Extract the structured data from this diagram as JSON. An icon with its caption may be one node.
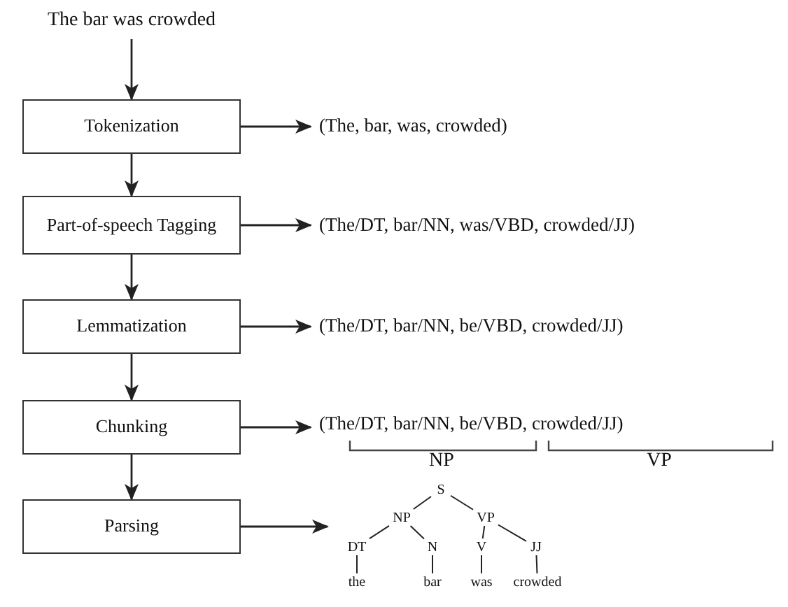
{
  "diagram": {
    "nodes": [
      {
        "text": [
          "The bar was crowded"
        ]
      },
      {
        "text": [
          "Tokenization"
        ]
      },
      {
        "text": [
          "(The, bar, was, crowded)"
        ]
      },
      {
        "text": [
          "Part-of-speech Tagging"
        ]
      },
      {
        "text": [
          "(The/DT, bar/NN, was/VBD, crowded/JJ)"
        ]
      },
      {
        "text": [
          "Lemmatization"
        ]
      },
      {
        "text": [
          "(The/DT, bar/NN, be/VBD, crowded/JJ)"
        ]
      },
      {
        "text": [
          "Chunking"
        ]
      },
      {
        "text": [
          "(The/DT, bar/NN, be/VBD, crowded/JJ)"
        ]
      },
      {
        "text": [
          "Parsing"
        ]
      },
      {
        "text": [],
        "shape": "picture"
      },
      {
        "text": [
          "S"
        ],
        "in": 10
      },
      {
        "text": [
          "NP"
        ],
        "in": 10
      },
      {
        "text": [
          "VP"
        ],
        "in": 10
      },
      {
        "text": [
          "DT"
        ],
        "in": 10
      },
      {
        "text": [
          "N"
        ],
        "in": 10
      },
      {
        "text": [
          "V"
        ],
        "in": 10
      },
      {
        "text": [
          "JJ"
        ],
        "in": 10
      },
      {
        "text": [
          "the"
        ],
        "in": 10
      },
      {
        "text": [
          "bar"
        ],
        "in": 10
      },
      {
        "text": [
          "was"
        ],
        "in": 10
      },
      {
        "text": [
          "crowded"
        ],
        "in": 10
      }
    ],
    "edges": [
      {
        "from": 0,
        "to": 1,
        "arrow": "to"
      },
      {
        "from": 1,
        "to": 2,
        "arrow": "to"
      },
      {
        "from": 1,
        "to": 3,
        "arrow": "to"
      },
      {
        "from": 3,
        "to": 4,
        "arrow": "to"
      },
      {
        "from": 3,
        "to": 5,
        "arrow": "to"
      },
      {
        "from": 5,
        "to": 6,
        "arrow": "to"
      },
      {
        "from": 5,
        "to": 7,
        "arrow": "to"
      },
      {
        "from": 7,
        "to": 8,
        "arrow": "to"
      },
      {
        "from": 7,
        "to": 9,
        "arrow": "to"
      },
      {
        "from": 9,
        "to": 10,
        "arrow": "to"
      },
      {
        "from": 11,
        "to": 12,
        "arrow": "none"
      },
      {
        "from": 11,
        "to": 13,
        "arrow": "none"
      },
      {
        "from": 12,
        "to": 14,
        "arrow": "none"
      },
      {
        "from": 12,
        "to": 15,
        "arrow": "none"
      },
      {
        "from": 13,
        "to": 16,
        "arrow": "none"
      },
      {
        "from": 13,
        "to": 17,
        "arrow": "none"
      },
      {
        "from": 14,
        "to": 18,
        "arrow": "none"
      },
      {
        "from": 15,
        "to": 19,
        "arrow": "none"
      },
      {
        "from": 16,
        "to": 20,
        "arrow": "none"
      },
      {
        "from": 17,
        "to": 21,
        "arrow": "none"
      }
    ],
    "labels": [
      "NP",
      "VP"
    ]
  }
}
